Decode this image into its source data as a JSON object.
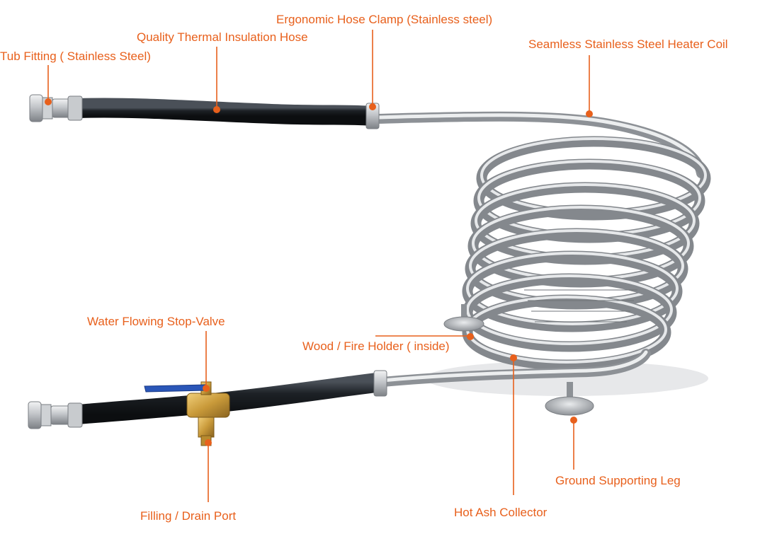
{
  "colors": {
    "accent": "#e8601c",
    "hose": "#1b1f24",
    "steel": "#b9bcc0",
    "brass": "#c99a3a",
    "valve_handle": "#2a56b8"
  },
  "callouts": {
    "tub_fitting": "Tub Fitting ( Stainless Steel)",
    "insulation_hose": "Quality Thermal Insulation Hose",
    "hose_clamp": "Ergonomic Hose Clamp (Stainless steel)",
    "heater_coil": "Seamless Stainless Steel Heater Coil",
    "stop_valve": "Water Flowing Stop-Valve",
    "fire_holder": "Wood / Fire Holder ( inside)",
    "drain_port": "Filling / Drain Port",
    "ash_collector": "Hot Ash Collector",
    "support_leg": "Ground Supporting Leg"
  }
}
